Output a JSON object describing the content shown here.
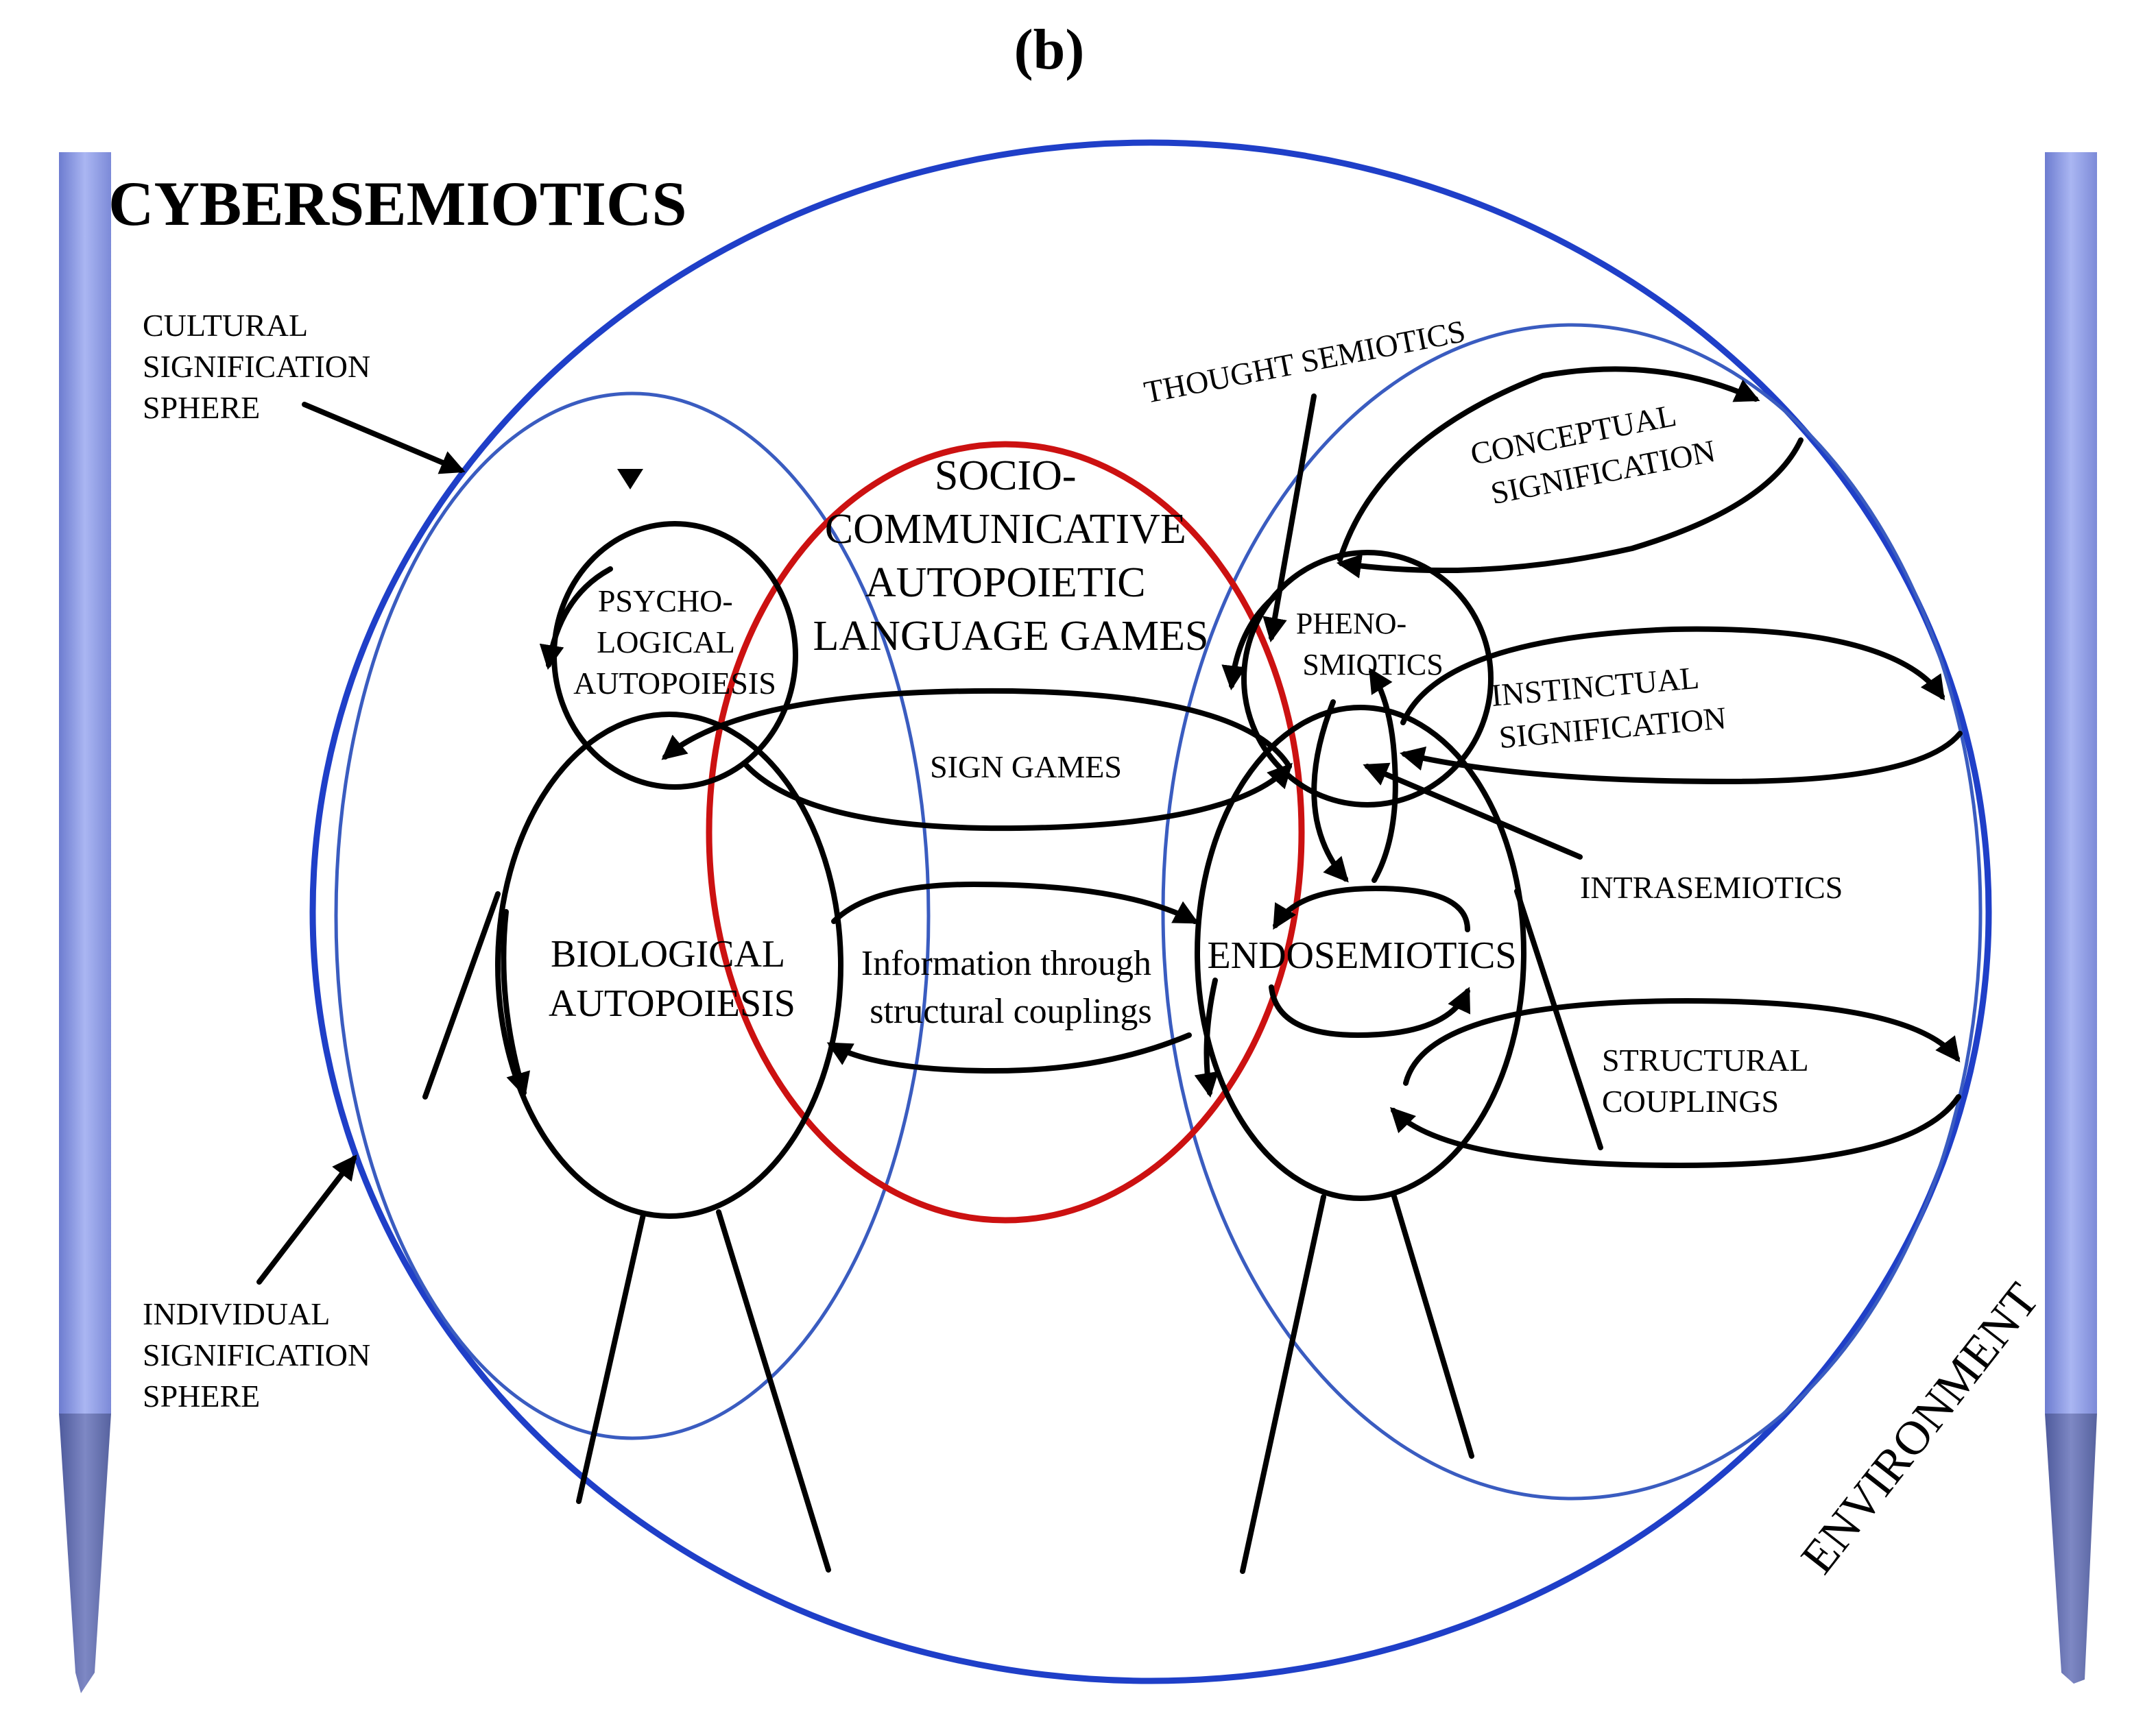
{
  "panel_label": "(b)",
  "title": "CYBERSEMIOTICS",
  "labels": {
    "cultural": [
      "CULTURAL",
      "SIGNIFICATION",
      "SPHERE"
    ],
    "individual": [
      "INDIVIDUAL",
      "SIGNIFICATION",
      "SPHERE"
    ],
    "socio": [
      "SOCIO-",
      "COMMUNICATIVE",
      "AUTOPOIETIC",
      "LANGUAGE GAMES"
    ],
    "psycho": [
      "PSYCHO-",
      "LOGICAL",
      "AUTOPOIESIS"
    ],
    "biological": [
      "BIOLOGICAL",
      "AUTOPOIESIS"
    ],
    "sign_games": "SIGN GAMES",
    "information": [
      "Information through",
      "structural couplings"
    ],
    "endosemiotics": "ENDOSEMIOTICS",
    "phenosemiotics": [
      "PHENO-",
      "SMIOTICS"
    ],
    "thought": "THOUGHT SEMIOTICS",
    "conceptual": [
      "CONCEPTUAL",
      "SIGNIFICATION"
    ],
    "instinctual": [
      "INSTINCTUAL",
      "SIGNIFICATION"
    ],
    "intrasemiotics": "INTRASEMIOTICS",
    "structural": [
      "STRUCTURAL",
      "COUPLINGS"
    ],
    "environment": "ENVIRONMENT"
  },
  "colors": {
    "outer_circle": "#1f3fc8",
    "sphere_outline": "#3a5cc0",
    "socio_ellipse": "#cc1111",
    "lines": "#000000",
    "pillar": "#8e9ce6"
  },
  "icons": [
    "arrow-head"
  ]
}
